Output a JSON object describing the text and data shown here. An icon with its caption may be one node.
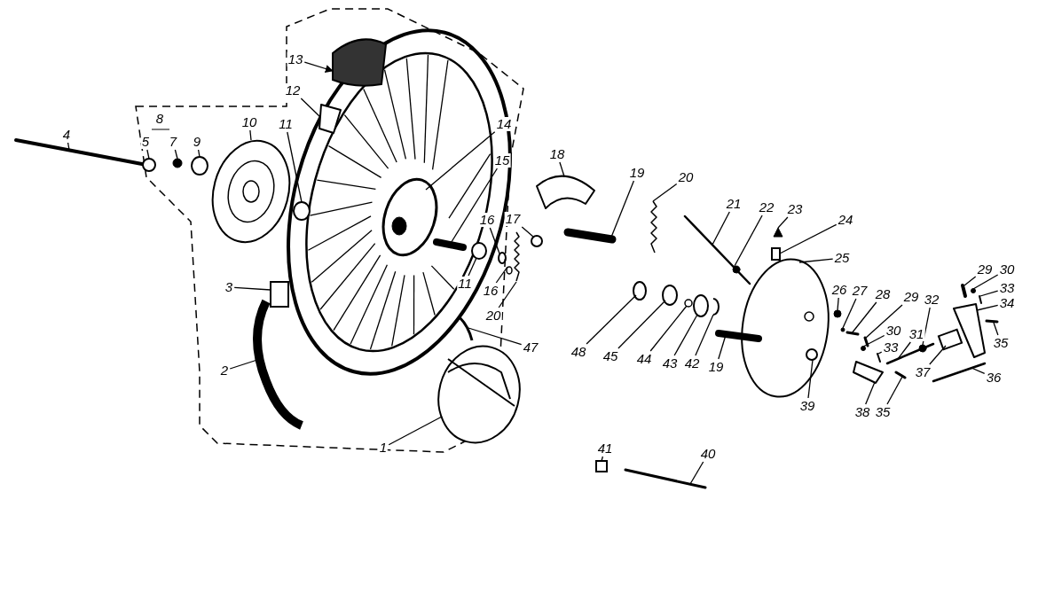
{
  "diagram": {
    "nodes": [
      {
        "text": [
          "13"
        ]
      },
      {
        "text": [
          "12"
        ]
      },
      {
        "text": [
          "4"
        ]
      },
      {
        "text": [
          "5"
        ]
      },
      {
        "text": [
          "7"
        ]
      },
      {
        "text": [
          "9"
        ]
      },
      {
        "text": [
          "10"
        ]
      },
      {
        "text": [
          "11"
        ]
      },
      {
        "text": [
          "14"
        ]
      },
      {
        "text": [
          "15"
        ]
      },
      {
        "text": [
          "18"
        ]
      },
      {
        "text": [
          "19"
        ]
      },
      {
        "text": [
          "20"
        ]
      },
      {
        "text": [
          "21"
        ]
      },
      {
        "text": [
          "22"
        ]
      },
      {
        "text": [
          "23"
        ]
      },
      {
        "text": [
          "24"
        ]
      },
      {
        "text": [
          "16"
        ]
      },
      {
        "text": [
          "17"
        ]
      },
      {
        "text": [
          "25"
        ]
      },
      {
        "text": [
          "29"
        ]
      },
      {
        "text": [
          "30"
        ]
      },
      {
        "text": [
          "3"
        ]
      },
      {
        "text": [
          "11"
        ]
      },
      {
        "text": [
          "16"
        ]
      },
      {
        "text": [
          "26"
        ]
      },
      {
        "text": [
          "27"
        ]
      },
      {
        "text": [
          "28"
        ]
      },
      {
        "text": [
          "29"
        ]
      },
      {
        "text": [
          "32"
        ]
      },
      {
        "text": [
          "33"
        ]
      },
      {
        "text": [
          "34"
        ]
      },
      {
        "text": [
          "20"
        ]
      },
      {
        "text": [
          "47"
        ]
      },
      {
        "text": [
          "48"
        ]
      },
      {
        "text": [
          "45"
        ]
      },
      {
        "text": [
          "44"
        ]
      },
      {
        "text": [
          "43"
        ]
      },
      {
        "text": [
          "42"
        ]
      },
      {
        "text": [
          "19"
        ]
      },
      {
        "text": [
          "30"
        ]
      },
      {
        "text": [
          "31"
        ]
      },
      {
        "text": [
          "33"
        ]
      },
      {
        "text": [
          "35"
        ]
      },
      {
        "text": [
          "2"
        ]
      },
      {
        "text": [
          "37"
        ]
      },
      {
        "text": [
          "36"
        ]
      },
      {
        "text": [
          "39"
        ]
      },
      {
        "text": [
          "38"
        ]
      },
      {
        "text": [
          "35"
        ]
      },
      {
        "text": [
          "1"
        ]
      },
      {
        "text": [
          "40"
        ]
      },
      {
        "text": [
          "41"
        ]
      },
      {
        "text": [],
        "shape": "box"
      },
      {
        "text": [],
        "shape": "picture"
      },
      {
        "text": [],
        "shape": "bar"
      },
      {
        "text": [],
        "shape": "circle"
      },
      {
        "text": [],
        "shape": "circle"
      },
      {
        "text": [],
        "shape": "circle"
      },
      {
        "text": [],
        "shape": "picture"
      },
      {
        "text": [],
        "shape": "circle"
      },
      {
        "text": [],
        "shape": "picture"
      },
      {
        "text": [],
        "shape": "bar"
      },
      {
        "text": [],
        "shape": "picture"
      },
      {
        "text": [],
        "shape": "bar"
      },
      {
        "text": [],
        "shape": "picture"
      },
      {
        "text": [],
        "shape": "bar"
      },
      {
        "text": [],
        "shape": "circle",
        "in": 66
      },
      {
        "text": [],
        "shape": "picture"
      },
      {
        "text": [],
        "shape": "box"
      },
      {
        "text": [],
        "shape": "circle"
      },
      {
        "text": [],
        "shape": "circle"
      },
      {
        "text": [],
        "shape": "picture"
      },
      {
        "text": [],
        "shape": "bar"
      },
      {
        "text": [],
        "shape": "circle"
      },
      {
        "text": [],
        "shape": "box"
      },
      {
        "text": [],
        "shape": "circle"
      },
      {
        "text": [],
        "shape": "circle"
      },
      {
        "text": [],
        "shape": "circle"
      },
      {
        "text": [],
        "shape": "circle"
      },
      {
        "text": [],
        "shape": "bar"
      },
      {
        "text": [],
        "shape": "bar"
      },
      {
        "text": [],
        "shape": "circle",
        "in": 94
      },
      {
        "text": [],
        "shape": "bar"
      },
      {
        "text": [],
        "shape": "picture"
      },
      {
        "text": [],
        "shape": "picture"
      },
      {
        "text": [],
        "shape": "picture"
      },
      {
        "text": [],
        "shape": "circle"
      },
      {
        "text": [],
        "shape": "circle"
      },
      {
        "text": [],
        "shape": "circle"
      },
      {
        "text": [],
        "shape": "circle"
      },
      {
        "text": [],
        "shape": "picture"
      },
      {
        "text": [],
        "shape": "bar"
      },
      {
        "text": [],
        "shape": "circle"
      },
      {
        "text": [],
        "shape": "bar"
      },
      {
        "text": [],
        "shape": "bar"
      },
      {
        "text": [],
        "shape": "bar"
      },
      {
        "text": [],
        "shape": "picture"
      },
      {
        "text": [],
        "shape": "box"
      },
      {
        "text": [],
        "shape": "bar"
      },
      {
        "text": [],
        "shape": "circle",
        "in": 72
      },
      {
        "text": [],
        "shape": "picture"
      },
      {
        "text": [],
        "shape": "bar"
      },
      {
        "text": [],
        "shape": "picture"
      },
      {
        "text": [],
        "shape": "bar"
      },
      {
        "text": [],
        "shape": "box"
      }
    ],
    "edges": [
      {
        "from": 0,
        "to": 53,
        "arrow": "to"
      },
      {
        "from": 1,
        "to": 54,
        "arrow": "none"
      },
      {
        "from": 2,
        "to": 55,
        "arrow": "none"
      },
      {
        "from": 3,
        "to": 56,
        "arrow": "none"
      },
      {
        "from": 4,
        "to": 57,
        "arrow": "none"
      },
      {
        "from": 5,
        "to": 58,
        "arrow": "none"
      },
      {
        "from": 6,
        "to": 59,
        "arrow": "none"
      },
      {
        "from": 7,
        "to": 60,
        "arrow": "none"
      },
      {
        "from": 8,
        "to": 61,
        "arrow": "none"
      },
      {
        "from": 9,
        "to": 62,
        "arrow": "none"
      },
      {
        "from": 10,
        "to": 63,
        "arrow": "none"
      },
      {
        "from": 11,
        "to": 64,
        "arrow": "none"
      },
      {
        "from": 12,
        "to": 65,
        "arrow": "none"
      },
      {
        "from": 13,
        "to": 66,
        "arrow": "none"
      },
      {
        "from": 14,
        "to": 67,
        "arrow": "none"
      },
      {
        "from": 15,
        "to": 68,
        "arrow": "none"
      },
      {
        "from": 16,
        "to": 69,
        "arrow": "none"
      },
      {
        "from": 17,
        "to": 70,
        "arrow": "none"
      },
      {
        "from": 18,
        "to": 71,
        "arrow": "none"
      },
      {
        "from": 19,
        "to": 72,
        "arrow": "none"
      },
      {
        "from": 20,
        "to": 73,
        "arrow": "none"
      },
      {
        "from": 21,
        "to": 74,
        "arrow": "none"
      },
      {
        "from": 22,
        "to": 75,
        "arrow": "none"
      },
      {
        "from": 23,
        "to": 76,
        "arrow": "none"
      },
      {
        "from": 24,
        "to": 77,
        "arrow": "none"
      },
      {
        "from": 25,
        "to": 78,
        "arrow": "none"
      },
      {
        "from": 26,
        "to": 79,
        "arrow": "none"
      },
      {
        "from": 27,
        "to": 80,
        "arrow": "none"
      },
      {
        "from": 28,
        "to": 81,
        "arrow": "none"
      },
      {
        "from": 29,
        "to": 82,
        "arrow": "none"
      },
      {
        "from": 30,
        "to": 83,
        "arrow": "none"
      },
      {
        "from": 31,
        "to": 84,
        "arrow": "none"
      },
      {
        "from": 32,
        "to": 85,
        "arrow": "none"
      },
      {
        "from": 33,
        "to": 86,
        "arrow": "none"
      },
      {
        "from": 34,
        "to": 87,
        "arrow": "none"
      },
      {
        "from": 35,
        "to": 88,
        "arrow": "none"
      },
      {
        "from": 36,
        "to": 89,
        "arrow": "none"
      },
      {
        "from": 37,
        "to": 90,
        "arrow": "none"
      },
      {
        "from": 38,
        "to": 91,
        "arrow": "none"
      },
      {
        "from": 39,
        "to": 92,
        "arrow": "none"
      },
      {
        "from": 40,
        "to": 93,
        "arrow": "none"
      },
      {
        "from": 41,
        "to": 94,
        "arrow": "none"
      },
      {
        "from": 42,
        "to": 95,
        "arrow": "none"
      },
      {
        "from": 43,
        "to": 96,
        "arrow": "none"
      },
      {
        "from": 44,
        "to": 97,
        "arrow": "none"
      },
      {
        "from": 45,
        "to": 98,
        "arrow": "none"
      },
      {
        "from": 46,
        "to": 99,
        "arrow": "none"
      },
      {
        "from": 47,
        "to": 100,
        "arrow": "none"
      },
      {
        "from": 48,
        "to": 101,
        "arrow": "none"
      },
      {
        "from": 49,
        "to": 102,
        "arrow": "none"
      },
      {
        "from": 50,
        "to": 103,
        "arrow": "none"
      },
      {
        "from": 51,
        "to": 104,
        "arrow": "none"
      },
      {
        "from": 52,
        "to": 105,
        "arrow": "none"
      }
    ],
    "labels": [
      "8"
    ]
  }
}
